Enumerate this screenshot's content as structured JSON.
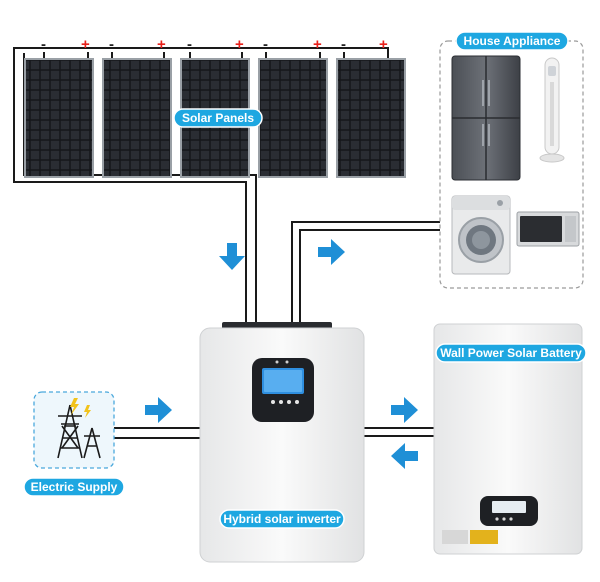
{
  "labels": {
    "solar_panels": "Solar Panels",
    "house_appliance": "House Appliance",
    "wall_battery": "Wall Power Solar Battery",
    "electric_supply": "Electric Supply",
    "inverter": "Hybrid solar inverter"
  },
  "panel_signs": {
    "minus": "-",
    "plus": "+"
  },
  "colors": {
    "label_fill": "#1ea7e1",
    "arrow": "#1f8fd6",
    "wire": "#1a1a1a",
    "panel_cell": "#1b1d22",
    "device_body": "#f3f4f4"
  },
  "icons": {
    "appliances": [
      "refrigerator-icon",
      "tower-fan-icon",
      "washing-machine-icon",
      "microwave-icon"
    ],
    "grid": "power-pylon-icon",
    "arrows": [
      "arrow-down-icon",
      "arrow-right-icon",
      "arrow-right-icon",
      "arrow-right-icon",
      "arrow-left-icon"
    ]
  }
}
